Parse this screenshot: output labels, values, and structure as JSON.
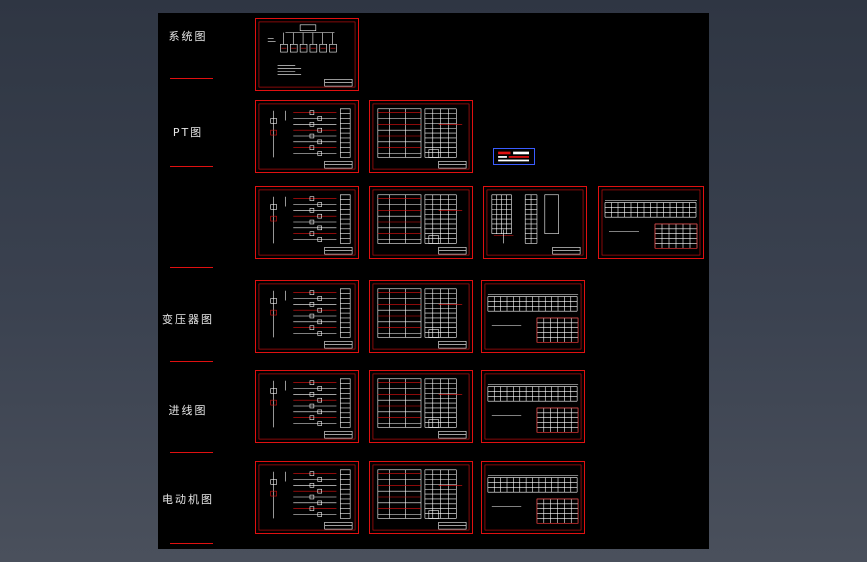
{
  "rows": [
    {
      "id": "system",
      "label": "系统图",
      "sheet_count": 1
    },
    {
      "id": "pt",
      "label": "PT图",
      "sheet_count": 2
    },
    {
      "id": "row3",
      "label": "",
      "sheet_count": 4
    },
    {
      "id": "transformer",
      "label": "变压器图",
      "sheet_count": 3
    },
    {
      "id": "incoming",
      "label": "进线图",
      "sheet_count": 3
    },
    {
      "id": "motor",
      "label": "电动机图",
      "sheet_count": 3
    }
  ],
  "colors": {
    "workspace": "#3b4250",
    "canvas": "#000000",
    "frame": "#e01010",
    "linework": "#ffffff",
    "stamp_border": "#3a5cff"
  }
}
